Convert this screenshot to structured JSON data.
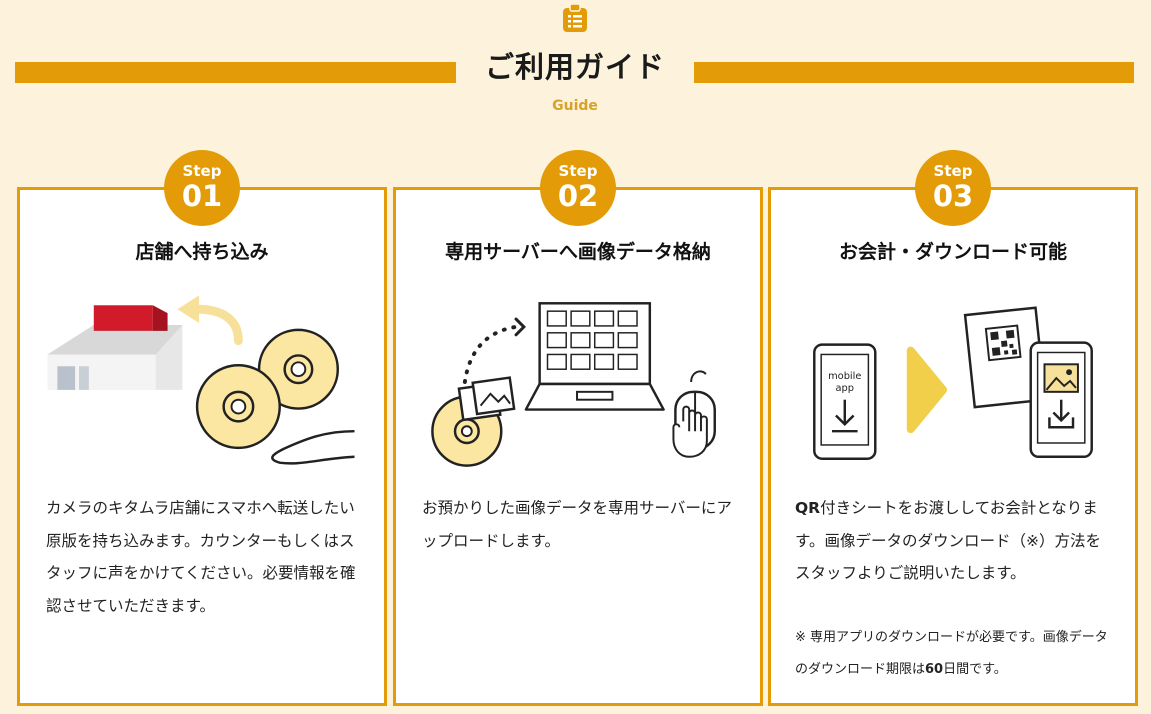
{
  "header": {
    "icon": "clipboard-list-icon",
    "title": "ご利用ガイド",
    "subtitle": "Guide"
  },
  "accent_color": "#e39c07",
  "background_color": "#fdf3dc",
  "steps": [
    {
      "step_label": "Step",
      "number": "01",
      "title": "店舗へ持ち込み",
      "description": "カメラのキタムラ店舗にスマホへ転送したい原版を持ち込みます。カウンターもしくはスタッフに声をかけてください。必要情報を確認させていただきます。"
    },
    {
      "step_label": "Step",
      "number": "02",
      "title": "専用サーバーへ画像データ格納",
      "description": "お預かりした画像データを専用サーバーにアップロードします。"
    },
    {
      "step_label": "Step",
      "number": "03",
      "title": "お会計・ダウンロード可能",
      "description_lead": "QR",
      "description": "付きシートをお渡ししてお会計となります。画像データのダウンロード（※）方法をスタッフよりご説明いたします。",
      "note_pre": "※ 専用アプリのダウンロードが必要です。画像データのダウンロード期限は",
      "note_days": "60",
      "note_post": "日間です。",
      "phone_label_1": "mobile",
      "phone_label_2": "app"
    }
  ]
}
